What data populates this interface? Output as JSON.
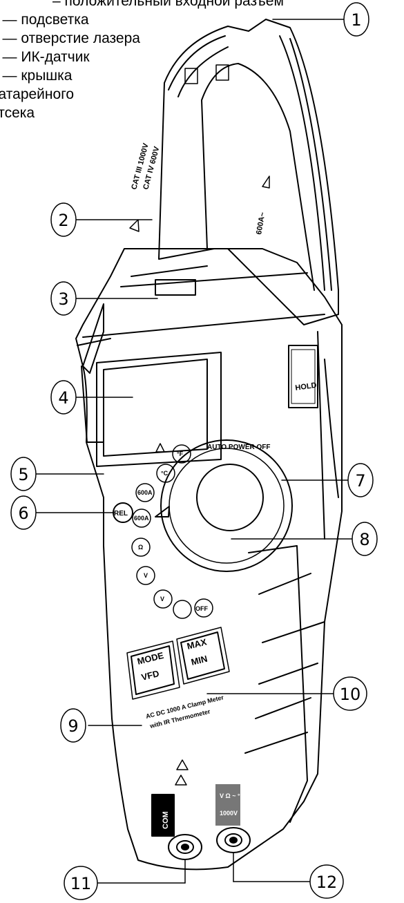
{
  "legend": {
    "line0": "– положительный входной разъем",
    "line1": "– — подсветка",
    "line2": "– — отверстие лазера",
    "line3": "– — ИК-датчик",
    "line4": "– — крышка",
    "line5": "батарейного",
    "line6": "отсека"
  },
  "callouts": {
    "c1": "1",
    "c2": "2",
    "c3": "3",
    "c4": "4",
    "c5": "5",
    "c6": "6",
    "c7": "7",
    "c8": "8",
    "c9": "9",
    "c10": "10",
    "c11": "11",
    "c12": "12"
  },
  "device_labels": {
    "cat": "CAT III 1000V",
    "cat2": "CAT IV 600V",
    "jaw_range": "600A~",
    "hold": "HOLD",
    "auto_power": "AUTO POWER OFF",
    "rel": "REL",
    "dial_f": "°F",
    "dial_c": "°C",
    "dial_600a_ac": "600A",
    "dial_600a_dc": "600A",
    "dial_ohm": "Ω",
    "dial_v": "V",
    "dial_vac": "V",
    "dial_off": "OFF",
    "btn_mode": "MODE",
    "btn_vfd": "VFD",
    "btn_max": "MAX",
    "btn_min": "MIN",
    "model_line1": "AC DC 1000 A Clamp Meter",
    "model_line2": "with IR Thermometer",
    "com": "COM",
    "jack_right": "V Ω ~ °C°F",
    "jack_right2": "1000V"
  }
}
